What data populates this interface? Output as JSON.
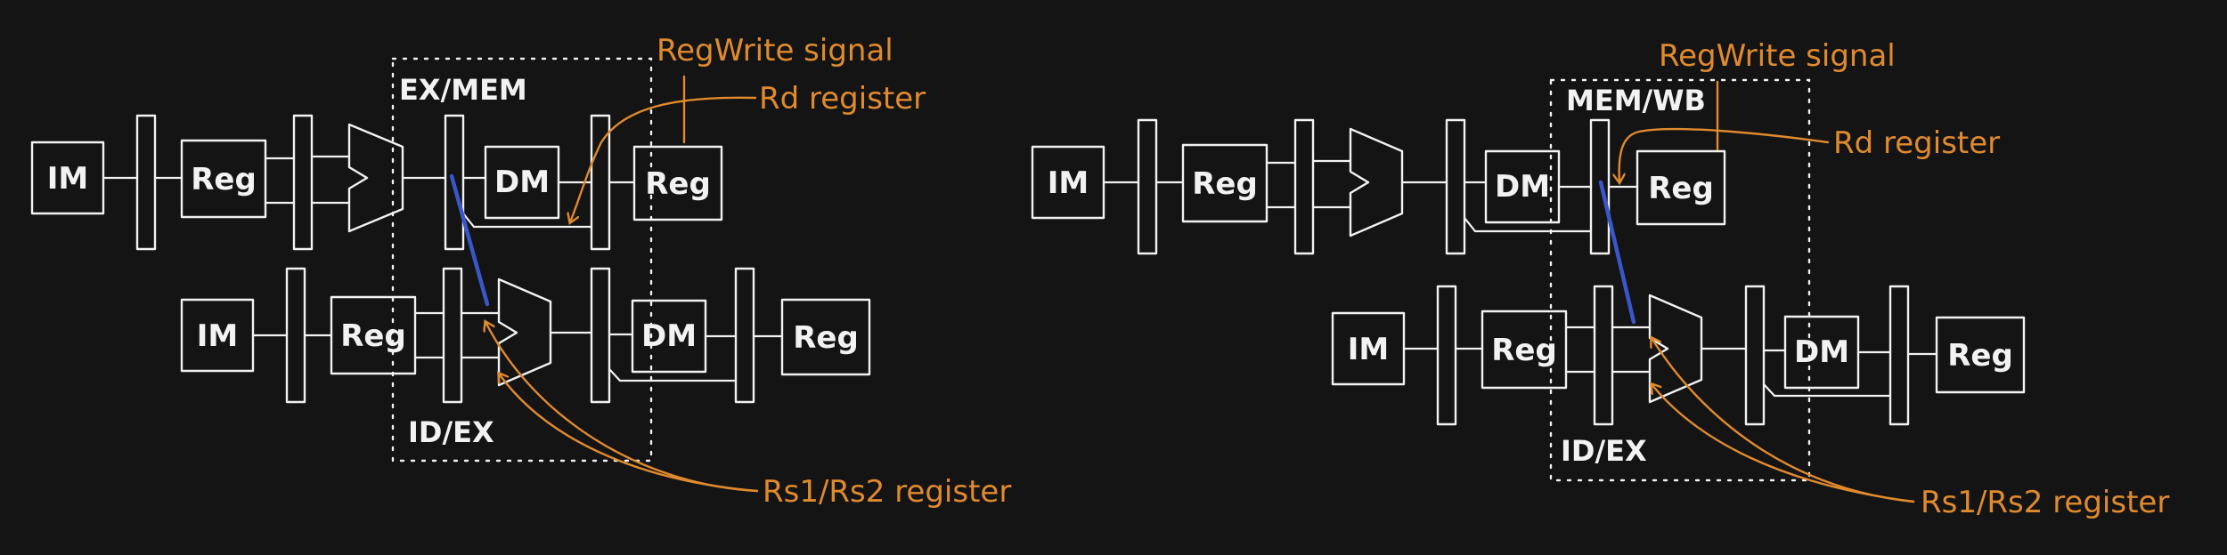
{
  "diagrams": [
    {
      "pipeline_reg_label": "EX/MEM",
      "stage_label": "ID/EX",
      "annotations": {
        "regwrite": "RegWrite signal",
        "rd": "Rd register",
        "rs": "Rs1/Rs2 register"
      },
      "instr1_units": {
        "im": "IM",
        "reg": "Reg",
        "dm": "DM",
        "wb": "Reg"
      },
      "instr2_units": {
        "im": "IM",
        "reg": "Reg",
        "dm": "DM",
        "wb": "Reg"
      }
    },
    {
      "pipeline_reg_label": "MEM/WB",
      "stage_label": "ID/EX",
      "annotations": {
        "regwrite": "RegWrite signal",
        "rd": "Rd register",
        "rs": "Rs1/Rs2 register"
      },
      "instr1_units": {
        "im": "IM",
        "reg": "Reg",
        "dm": "DM",
        "wb": "Reg"
      },
      "instr2_units": {
        "im": "IM",
        "reg": "Reg",
        "dm": "DM",
        "wb": "Reg"
      }
    }
  ],
  "colors": {
    "background": "#141414",
    "stroke": "#f2f2f2",
    "annotation": "#e08a2e",
    "forwarding": "#3a56c9"
  }
}
